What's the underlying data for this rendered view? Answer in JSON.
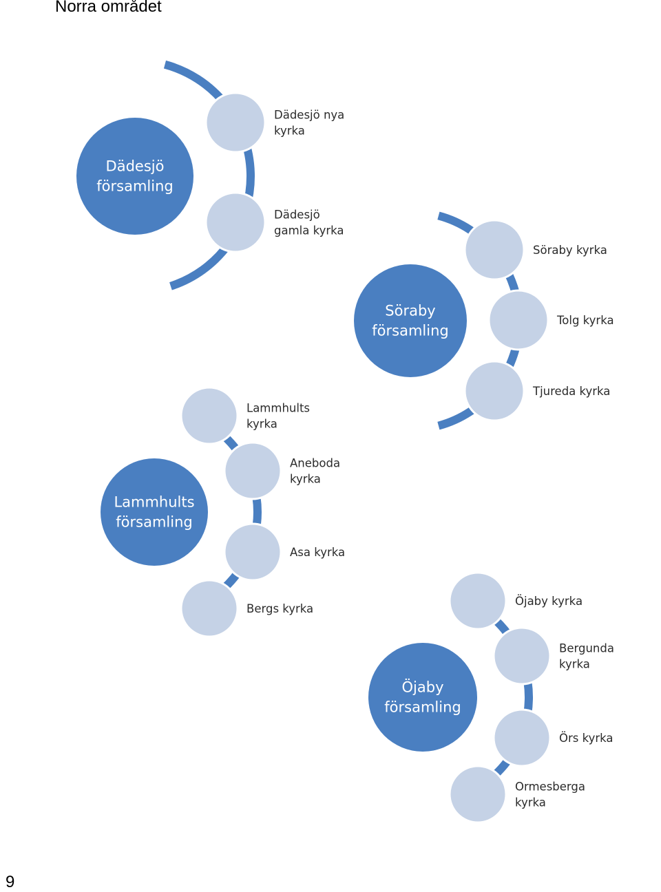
{
  "header": {
    "title": "Norra området"
  },
  "footer": {
    "page_number": "9"
  },
  "colors": {
    "parent": "#4a7fc1",
    "child": "#c5d2e6",
    "connector": "#4a7fc1"
  },
  "groups": [
    {
      "parent": [
        "Dädesjö",
        "församling"
      ],
      "children": [
        [
          "Dädesjö nya",
          "kyrka"
        ],
        [
          "Dädesjö",
          "gamla kyrka"
        ]
      ]
    },
    {
      "parent": [
        "Söraby",
        "församling"
      ],
      "children": [
        [
          "Söraby kyrka"
        ],
        [
          "Tolg kyrka"
        ],
        [
          "Tjureda kyrka"
        ]
      ]
    },
    {
      "parent": [
        "Lammhults",
        "församling"
      ],
      "children": [
        [
          "Lammhults",
          "kyrka"
        ],
        [
          "Aneboda",
          "kyrka"
        ],
        [
          "Asa kyrka"
        ],
        [
          "Bergs kyrka"
        ]
      ]
    },
    {
      "parent": [
        "Öjaby",
        "församling"
      ],
      "children": [
        [
          "Öjaby kyrka"
        ],
        [
          "Bergunda",
          "kyrka"
        ],
        [
          "Örs kyrka"
        ],
        [
          "Ormesberga",
          "kyrka"
        ]
      ]
    }
  ]
}
